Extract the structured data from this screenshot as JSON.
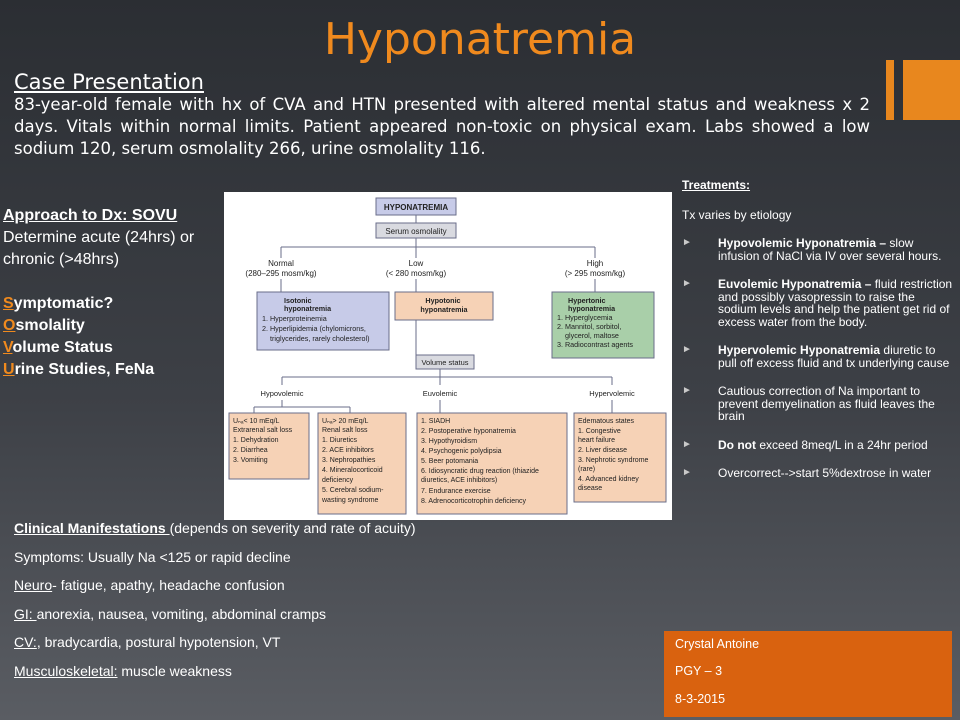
{
  "slide": {
    "title": "Hyponatremia",
    "colors": {
      "accent": "#f08a1e",
      "author_box": "#d9620f"
    }
  },
  "case": {
    "heading": "Case Presentation",
    "text": "83-year-old female with hx of CVA and HTN presented with altered mental status and weakness x 2 days. Vitals within normal limits. Patient appeared non-toxic on physical exam. Labs  showed a low sodium 120, serum osmolality 266, urine osmolality 116."
  },
  "approach": {
    "title": "Approach to Dx: SOVU",
    "line1": "Determine acute (24hrs) or",
    "line2": "chronic (>48hrs)",
    "steps": [
      {
        "letter": "S",
        "rest": "ymptomatic?"
      },
      {
        "letter": "O",
        "rest": "smolality"
      },
      {
        "letter": "V",
        "rest": "olume Status"
      },
      {
        "letter": "U",
        "rest": "rine Studies, FeNa"
      }
    ]
  },
  "diagram": {
    "top": "HYPONATREMIA",
    "serum": "Serum osmolality",
    "normal": {
      "label": "Normal",
      "range": "(280–295 mosm/kg)"
    },
    "low": {
      "label": "Low",
      "range": "(< 280 mosm/kg)"
    },
    "high": {
      "label": "High",
      "range": "(> 295 mosm/kg)"
    },
    "isotonic": [
      "Isotonic",
      "hyponatremia",
      "1. Hyperproteinemia",
      "2. Hyperlipidemia (chylomicrons,",
      "triglycerides, rarely cholesterol)"
    ],
    "hypotonic": [
      "Hypotonic",
      "hyponatremia"
    ],
    "hypertonic": [
      "Hypertonic",
      "hyponatremia",
      "1. Hyperglycemia",
      "2. Mannitol, sorbitol,",
      "glycerol, maltose",
      "3. Radiocontrast agents"
    ],
    "volume_status": "Volume status",
    "hypovolemic": "Hypovolemic",
    "euvolemic": "Euvolemic",
    "hypervolemic": "Hypervolemic",
    "box_a": [
      "Uₙₐ< 10 mEq/L",
      "Extrarenal salt loss",
      "1. Dehydration",
      "2. Diarrhea",
      "3. Vomiting"
    ],
    "box_b": [
      "Uₙₐ> 20 mEq/L",
      "Renal salt loss",
      "1. Diuretics",
      "2. ACE inhibitors",
      "3. Nephropathies",
      "4. Mineralocorticoid",
      "    deficiency",
      "5. Cerebral sodium-",
      "    wasting syndrome"
    ],
    "box_c": [
      "1. SIADH",
      "2. Postoperative hyponatremia",
      "3. Hypothyroidism",
      "4. Psychogenic polydipsia",
      "5. Beer potomania",
      "6. Idiosyncratic drug reaction (thiazide",
      "    diuretics, ACE inhibitors)",
      "7. Endurance exercise",
      "8. Adrenocorticotrophin deficiency"
    ],
    "box_d": [
      "Edematous states",
      "1. Congestive",
      "    heart failure",
      "2. Liver disease",
      "3. Nephrotic syndrome",
      "    (rare)",
      "4. Advanced kidney",
      "    disease"
    ],
    "colors": {
      "blue": "#c7cbe8",
      "orange": "#f6d2b6",
      "green": "#a9cfa9",
      "gray": "#d9dae0",
      "line": "#6a6e8a"
    }
  },
  "clinical": {
    "heading": "Clinical Manifestations ",
    "heading_note": "(depends on severity and rate of acuity)",
    "symptoms": "Symptoms: Usually  Na <125 or rapid decline",
    "neuro_label": "Neuro",
    "neuro_text": "- fatigue, apathy, headache confusion",
    "gi_label": "GI: ",
    "gi_text": "anorexia, nausea, vomiting, abdominal cramps",
    "cv_label": "CV:",
    "cv_text": ", bradycardia, postural hypotension,  VT",
    "msk_label": "Musculoskeletal:",
    "msk_text": "  muscle weakness"
  },
  "treatments": {
    "heading": "Treatments:",
    "subtitle": "Tx varies by etiology",
    "items": [
      {
        "bold": "Hypovolemic Hyponatremia –",
        "text": " slow infusion of NaCl via IV over several hours."
      },
      {
        "bold": "Euvolemic Hyponatremia –",
        "text": " fluid restriction and possibly vasopressin to raise the sodium levels and help the patient get rid of excess water from the body."
      },
      {
        "bold": "Hypervolemic Hyponatremia",
        "text": " diuretic to pull off excess fluid and tx underlying cause"
      },
      {
        "bold": "",
        "text": "Cautious correction of Na important to prevent demyelination as fluid leaves the brain"
      },
      {
        "bold": "Do not",
        "text": " exceed 8meq/L in a 24hr period"
      },
      {
        "bold": "",
        "text": "Overcorrect-->start 5%dextrose in water"
      }
    ]
  },
  "author": {
    "name": "Crystal Antoine",
    "role": "PGY – 3",
    "date": "8-3-2015"
  }
}
